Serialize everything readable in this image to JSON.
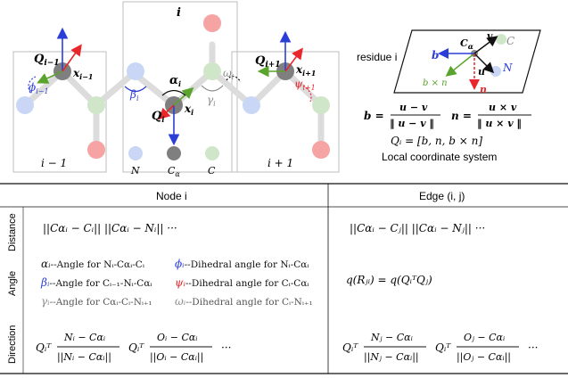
{
  "colors": {
    "backbone": "#dcdcdc",
    "n_atom": "#c9d6f5",
    "ca_atom": "#7f7f7f",
    "c_atom": "#cfe6c8",
    "o_atom": "#f5a3a3",
    "blue": "#2c3ed8",
    "red": "#e8262b",
    "green": "#5aa32c",
    "gray_text": "#8a8a8a"
  },
  "residues": {
    "left": {
      "Q": "Q",
      "Q_sub": "i−1",
      "x": "x",
      "x_sub": "i−1",
      "phi": "ϕ",
      "phi_sub": "i−1",
      "box_label": "i − 1"
    },
    "center": {
      "top": "i",
      "alpha": "α",
      "alpha_sub": "i",
      "beta": "β",
      "beta_sub": "i",
      "gamma": "γ",
      "gamma_sub": "i",
      "omega": "ω",
      "omega_sub": "i",
      "Q": "Q",
      "Q_sub": "i",
      "x": "x",
      "x_sub": "i"
    },
    "right": {
      "Q": "Q",
      "Q_sub": "i+1",
      "x": "x",
      "x_sub": "i+1",
      "psi": "ψ",
      "psi_sub": "i+1",
      "box_label": "i + 1"
    }
  },
  "atom_legend": {
    "n": "N",
    "ca": "C",
    "ca_sub": "α",
    "c": "C"
  },
  "frame": {
    "residue_label": "residue i",
    "atom_C": "C",
    "atom_N": "N",
    "atom_Ca": "C",
    "atom_Ca_sub": "α",
    "v": "v",
    "u": "u",
    "b": "b",
    "n": "n",
    "bxn": "b × n",
    "eq_b_lhs": "b =",
    "eq_b_num": "u − v",
    "eq_b_den": "‖ u − v ‖",
    "eq_n_lhs": "n =",
    "eq_n_num": "u × v",
    "eq_n_den": "‖ u × v ‖",
    "eq_Q": "Qᵢ = [b, n, b × n]",
    "caption": "Local coordinate system"
  },
  "table": {
    "node_header": "Node i",
    "edge_header": "Edge (i, j)",
    "rows": {
      "distance": {
        "label": "Distance",
        "node": "||Cαᵢ − Cᵢ||   ||Cαᵢ − Nᵢ||   ···",
        "edge": "||Cαᵢ − Cⱼ||   ||Cαᵢ − Nⱼ||   ···"
      },
      "angle": {
        "label": "Angle",
        "node_items": [
          {
            "sym": "αᵢ",
            "text": "--Angle for Nᵢ-Cαᵢ-Cᵢ",
            "color": "#111111"
          },
          {
            "sym": "βᵢ",
            "text": "--Angle for Cᵢ₋₁-Nᵢ-Cαᵢ",
            "color": "#2c3ed8"
          },
          {
            "sym": "γᵢ",
            "text": "--Angle for Cαᵢ-Cᵢ-Nᵢ₊₁",
            "color": "#8a8a8a"
          },
          {
            "sym": "ϕᵢ",
            "text": "--Dihedral angle for Nᵢ-Cαᵢ",
            "color": "#2c3ed8"
          },
          {
            "sym": "ψᵢ",
            "text": "--Dihedral angle for Cᵢ-Cαᵢ",
            "color": "#e8262b"
          },
          {
            "sym": "ωᵢ",
            "text": "--Dihedral angle for Cᵢ-Nᵢ₊₁",
            "color": "#8a8a8a"
          }
        ],
        "edge": "q(Rⱼᵢ) = q(QᵢᵀQⱼ)"
      },
      "direction": {
        "label": "Direction",
        "node_terms": [
          {
            "pre": "Qᵢᵀ",
            "num": "Nᵢ − Cαᵢ",
            "den": "||Nᵢ − Cαᵢ||"
          },
          {
            "pre": "Qᵢᵀ",
            "num": "Oᵢ − Cαᵢ",
            "den": "||Oᵢ − Cαᵢ||"
          }
        ],
        "edge_terms": [
          {
            "pre": "Qᵢᵀ",
            "num": "Nⱼ − Cαᵢ",
            "den": "||Nⱼ − Cαᵢ||"
          },
          {
            "pre": "Qᵢᵀ",
            "num": "Oⱼ − Cαᵢ",
            "den": "||Oⱼ − Cαᵢ||"
          }
        ],
        "ellipsis": "···"
      }
    }
  }
}
